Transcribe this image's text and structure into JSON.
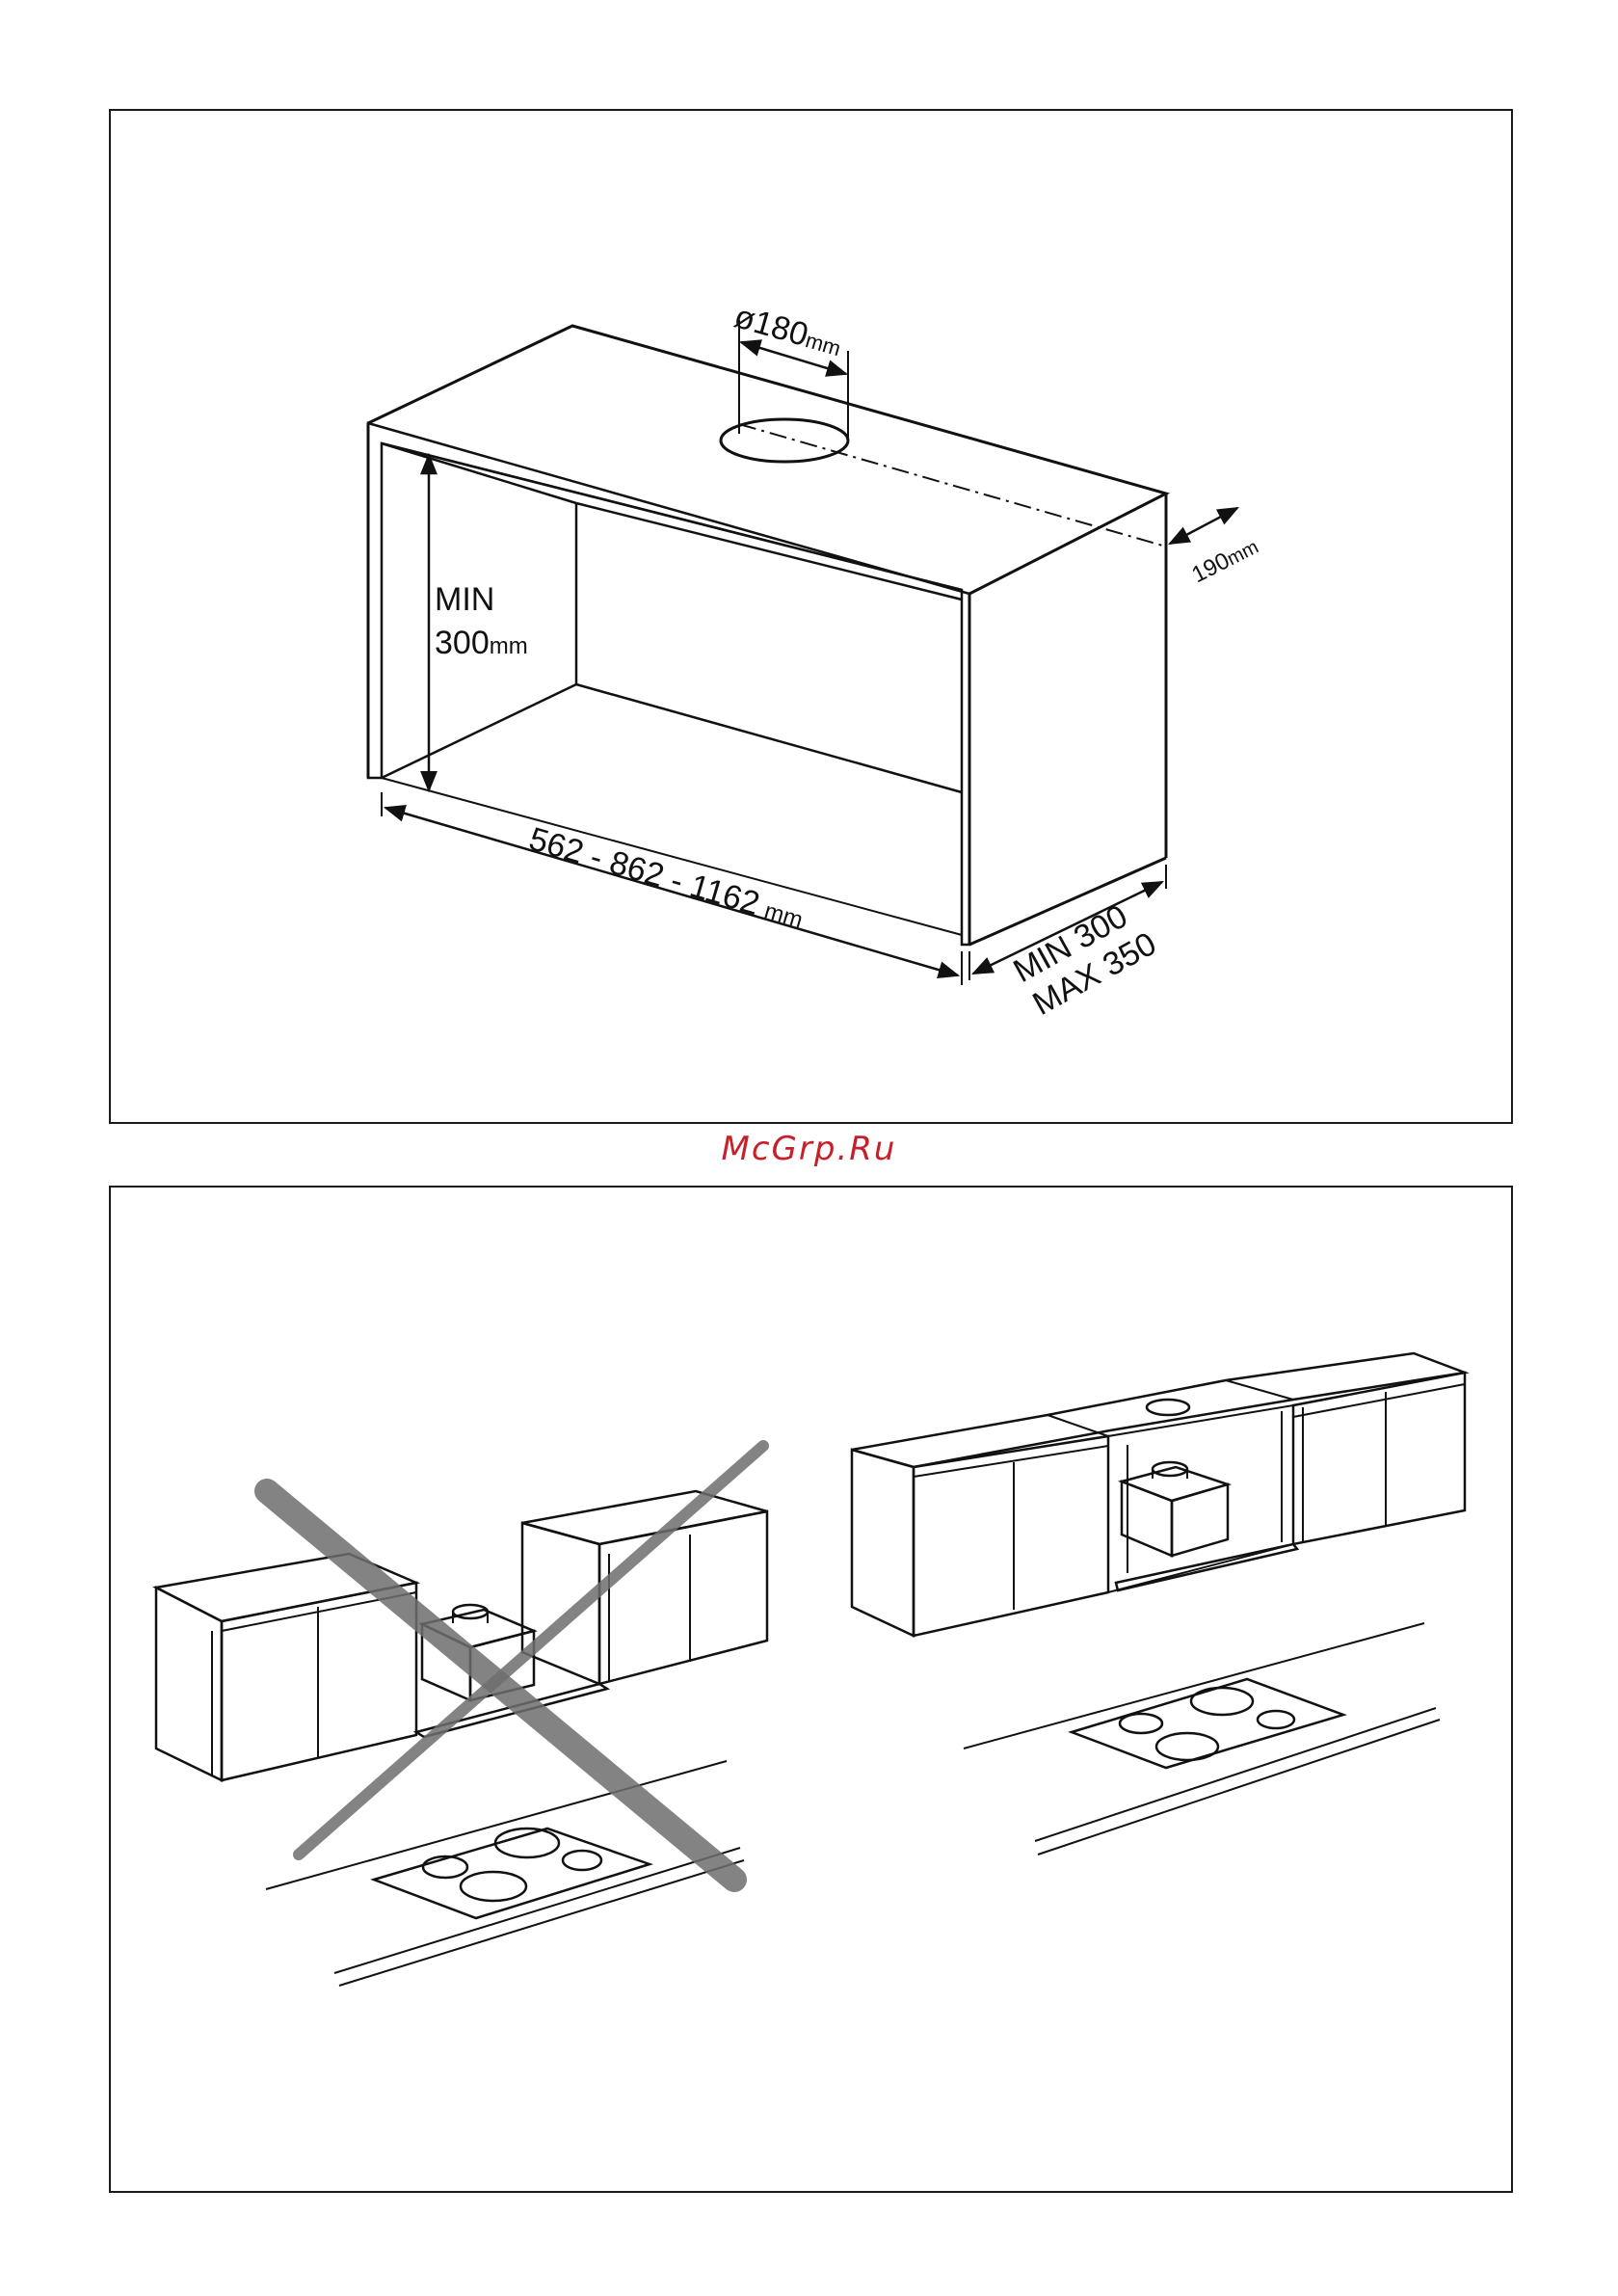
{
  "watermark": "McGrp.Ru",
  "top_diagram": {
    "duct_diameter_value": "ø180",
    "duct_diameter_unit": "mm",
    "duct_offset_value": "190",
    "duct_offset_unit": "mm",
    "min_height_line1": "MIN",
    "min_height_value": "300",
    "min_height_unit": "mm",
    "width_range_value": "562 - 862 - 1162",
    "width_range_unit": "mm",
    "depth_min": "MIN 300",
    "depth_max": "MAX 350"
  },
  "bottom_diagram": {
    "wrong_install": "crossed-out",
    "correct_install": "recommended"
  },
  "colors": {
    "watermark": "#c8202a",
    "cross": "#6e6e6e",
    "line": "#111111"
  }
}
